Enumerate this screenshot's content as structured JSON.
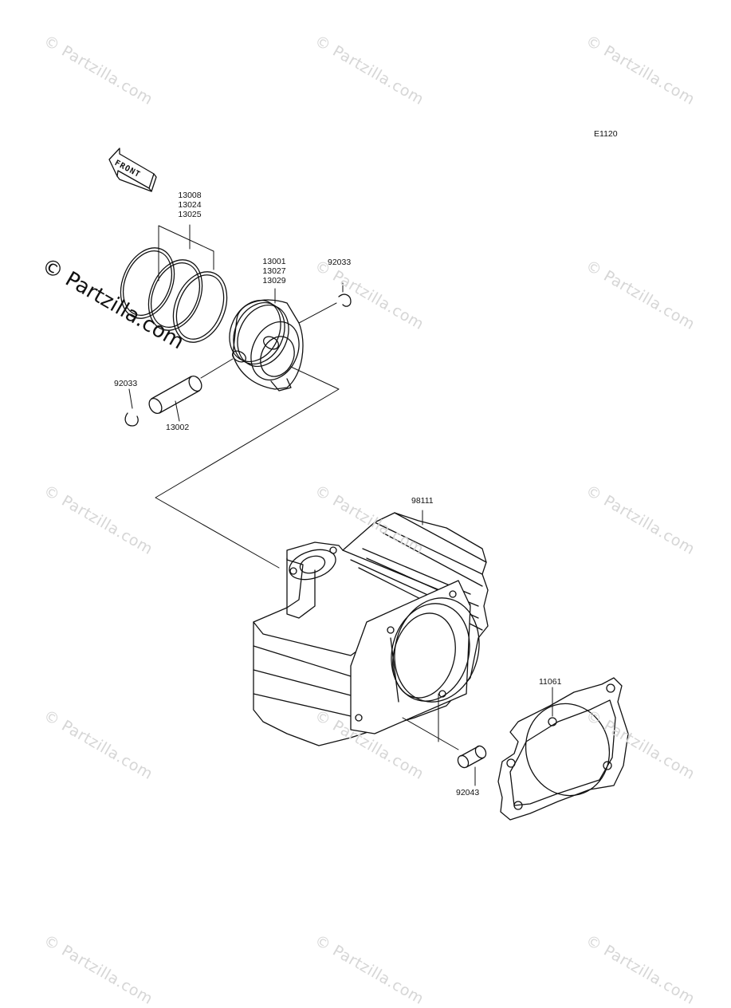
{
  "diagram_code": "E1120",
  "front_marker": "FRONT",
  "watermarks": [
    "© Partzilla.com",
    "© Partzilla.com",
    "© Partzilla.com",
    "© Partzilla.com",
    "© Partzilla.com",
    "© Partzilla.com",
    "© Partzilla.com",
    "© Partzilla.com",
    "© Partzilla.com",
    "© Partzilla.com",
    "© Partzilla.com",
    "© Partzilla.com",
    "© Partzilla.com",
    "© Partzilla.com"
  ],
  "watermark_prominent": "© Partzilla.com",
  "parts": {
    "rings": [
      "13008",
      "13024",
      "13025"
    ],
    "piston": [
      "13001",
      "13027",
      "13029"
    ],
    "clip_right": "92033",
    "clip_left": "92033",
    "pin": "13002",
    "cylinder": "98111",
    "gasket": "11061",
    "dowel": "92043"
  }
}
